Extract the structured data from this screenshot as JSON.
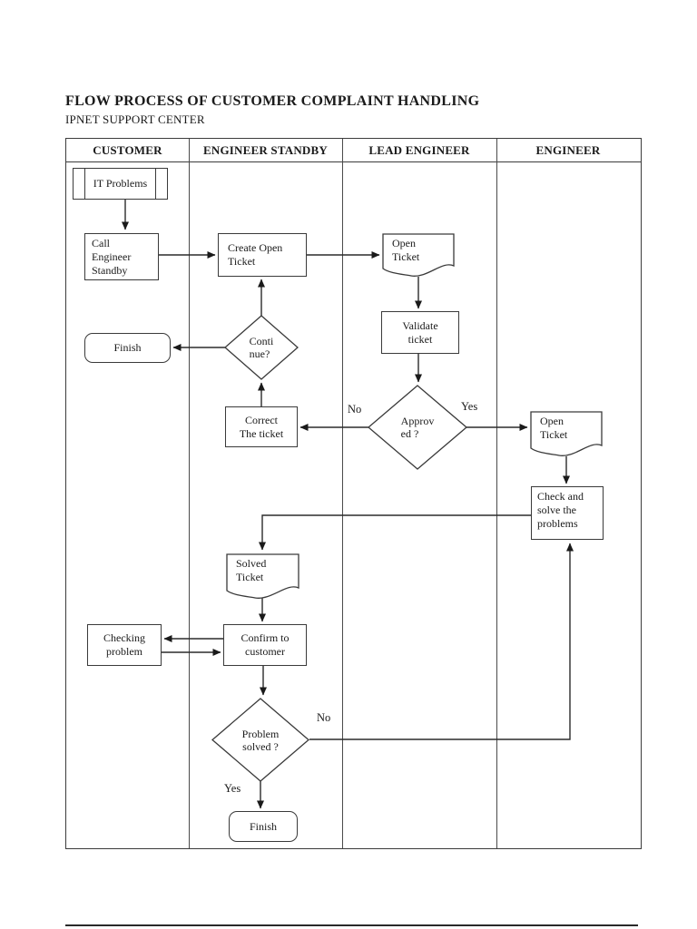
{
  "page": {
    "title": "FLOW PROCESS OF CUSTOMER COMPLAINT HANDLING",
    "subtitle": "IPNET SUPPORT CENTER"
  },
  "lanes": [
    "CUSTOMER",
    "ENGINEER STANDBY",
    "LEAD ENGINEER",
    "ENGINEER"
  ],
  "nodes": {
    "it_problems": "IT Problems",
    "call_engineer_standby": "Call\nEngineer\nStandby",
    "create_open_ticket": "Create Open\nTicket",
    "open_ticket_lead": "Open\nTicket",
    "validate_ticket": "Validate\nticket",
    "finish_customer": "Finish",
    "continue_decision": "Conti\nnue?",
    "correct_the_ticket": "Correct\nThe ticket",
    "approved_decision": "Approv\ned ?",
    "open_ticket_engineer": "Open\nTicket",
    "check_and_solve": "Check and\nsolve the\nproblems",
    "solved_ticket": "Solved\nTicket",
    "checking_problem": "Checking\nproblem",
    "confirm_to_customer": "Confirm to\ncustomer",
    "problem_solved_decision": "Problem\nsolved ?",
    "finish_engineer_standby": "Finish"
  },
  "edge_labels": {
    "approved_no": "No",
    "approved_yes": "Yes",
    "problem_solved_no": "No",
    "problem_solved_yes": "Yes"
  },
  "colors": {
    "line": "#2b2b2b",
    "border": "#3a3a3a",
    "text": "#1a1a1a",
    "background": "#ffffff"
  }
}
